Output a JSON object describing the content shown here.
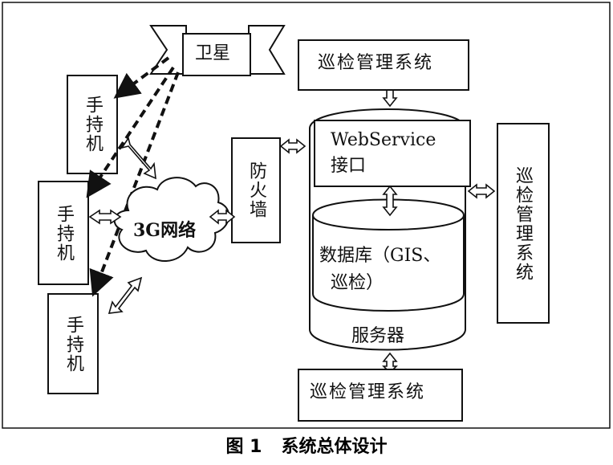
{
  "diagram": {
    "satellite": "卫星",
    "handsets": [
      "手持机",
      "手持机",
      "手持机"
    ],
    "network": "3G网络",
    "firewall": "防火墙",
    "webservice_line1": "WebService",
    "webservice_line2": "接口",
    "database_line1": "数据库（GIS、",
    "database_line2": "巡检）",
    "server": "服务器",
    "mgmt_top": "巡检管理系统",
    "mgmt_right": "巡检管理系统",
    "mgmt_bottom": "巡检管理系统"
  },
  "caption": {
    "figure_no": "图 1",
    "title": "系统总体设计"
  },
  "colors": {
    "line": "#111111",
    "background": "#ffffff"
  }
}
